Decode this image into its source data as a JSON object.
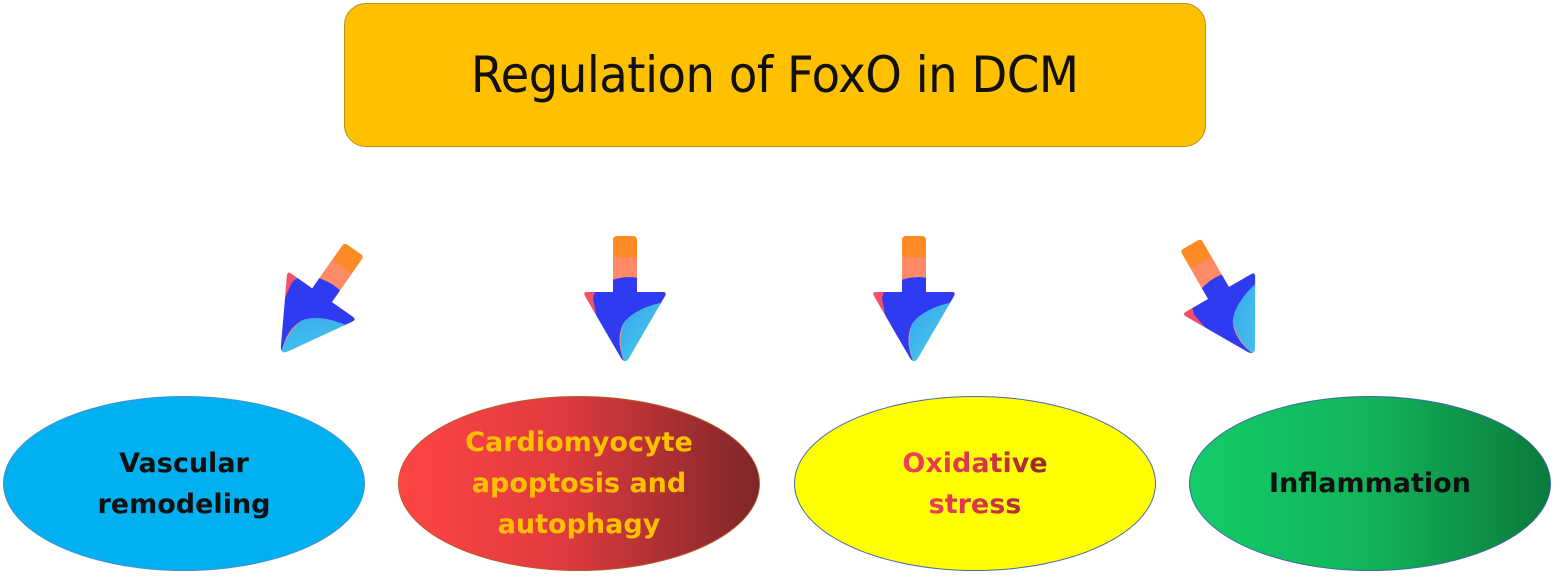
{
  "title": {
    "text": "Regulation of FoxO in DCM",
    "fill_color": "#FFC000",
    "text_color": "#111111"
  },
  "arrows": [
    {
      "id": "arrow-1",
      "direction": "down-left",
      "target": "Vascular remodeling"
    },
    {
      "id": "arrow-2",
      "direction": "down",
      "target": "Cardiomyocyte apoptosis and autophagy"
    },
    {
      "id": "arrow-3",
      "direction": "down",
      "target": "Oxidative stress"
    },
    {
      "id": "arrow-4",
      "direction": "down-right",
      "target": "Inflammation"
    }
  ],
  "arrow_colors": {
    "orange": "#FF8A1E",
    "salmon": "#FF8A70",
    "pink": "#F2506A",
    "blue": "#2E3BF0",
    "sky": "#3AA8F0",
    "cyan": "#46D8E8",
    "green": "#4EF08A"
  },
  "nodes": [
    {
      "label": "Vascular\nremodeling",
      "fill": "#00B0F0",
      "text_color": "#111111"
    },
    {
      "label": "Cardiomyocyte\napoptosis and\nautophagy",
      "fill_gradient": [
        "#FF4545",
        "#7E2629"
      ],
      "text_color": "#FFC000"
    },
    {
      "label": "Oxidative\nstress",
      "fill": "#FFFF00",
      "text_gradient": [
        "#F2415A",
        "#8E2A2A"
      ]
    },
    {
      "label": "Inflammation",
      "fill_gradient": [
        "#14CC68",
        "#0A7A3A"
      ],
      "text_color": "#111111"
    }
  ]
}
